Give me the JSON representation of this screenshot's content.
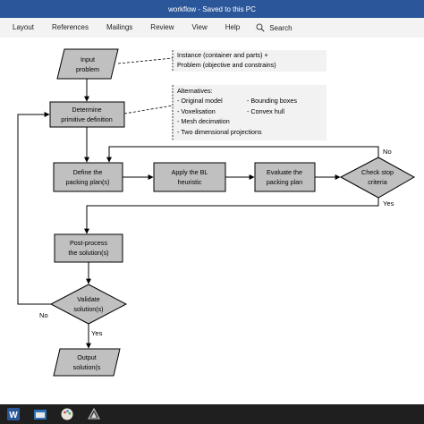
{
  "window": {
    "title": "workflow  -  Saved to this PC"
  },
  "ribbon": {
    "tabs": [
      "Layout",
      "References",
      "Mailings",
      "Review",
      "View",
      "Help"
    ],
    "search_label": "Search"
  },
  "flowchart": {
    "input": [
      "Input",
      "problem"
    ],
    "determine": [
      "Determine",
      "primitive definition"
    ],
    "define": [
      "Define the",
      "packing plan(s)"
    ],
    "apply": [
      "Apply the BL",
      "heuristic"
    ],
    "evaluate": [
      "Evaluate the",
      "packing plan"
    ],
    "check": [
      "Check stop",
      "criteria"
    ],
    "postprocess": [
      "Post-process",
      "the solution(s)"
    ],
    "validate": [
      "Validate",
      "solution(s)"
    ],
    "output": [
      "Output",
      "solution(s"
    ],
    "note_instance": [
      "Instance (container and parts) +",
      "Problem (objective and constrains)"
    ],
    "note_alternatives": {
      "title": "Alternatives:",
      "left": [
        "- Original model",
        "- Voxelisation",
        "- Mesh decimation",
        "- Two dimensional projections"
      ],
      "right": [
        "- Bounding boxes",
        "- Convex hull"
      ]
    },
    "labels": {
      "no_check": "No",
      "yes_check": "Yes",
      "no_validate": "No",
      "yes_validate": "Yes"
    }
  },
  "colors": {
    "titlebar": "#2b579a",
    "shape_fill": "#c0c0c0",
    "note_fill": "#f2f2f2",
    "taskbar": "#1f1f1f"
  },
  "taskbar": {
    "icons": [
      "word-icon",
      "file-explorer-icon",
      "paint-icon",
      "app-icon"
    ]
  }
}
